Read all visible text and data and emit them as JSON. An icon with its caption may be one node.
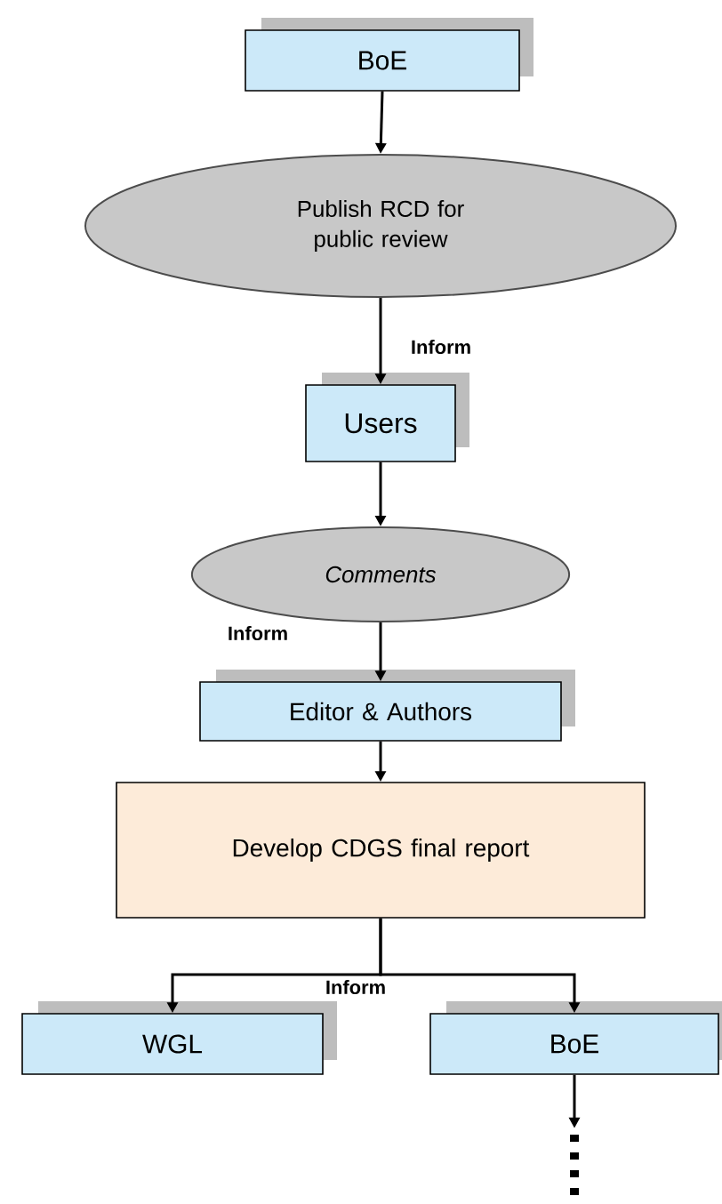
{
  "diagram": {
    "nodes": [
      {
        "text": [
          "BoE"
        ]
      },
      {
        "text": [
          "Publish RCD for public review"
        ]
      },
      {
        "text": [
          "Users"
        ]
      },
      {
        "text": [
          "Comments"
        ]
      },
      {
        "text": [
          "Editor & Authors"
        ]
      },
      {
        "text": [
          "Develop CDGS final report"
        ]
      },
      {
        "text": [
          "WGL"
        ]
      },
      {
        "text": [
          "BoE"
        ]
      }
    ],
    "edges": [
      {
        "from": 0,
        "to": 1,
        "arrow": "to"
      },
      {
        "from": 1,
        "to": 2,
        "arrow": "to",
        "label": "Inform"
      },
      {
        "from": 2,
        "to": 3,
        "arrow": "to"
      },
      {
        "from": 3,
        "to": 4,
        "arrow": "to",
        "label": "Inform"
      },
      {
        "from": 4,
        "to": 5,
        "arrow": "to"
      },
      {
        "from": 5,
        "to": 6,
        "arrow": "to",
        "label": "Inform"
      },
      {
        "from": 5,
        "to": 7,
        "arrow": "to"
      },
      {
        "from": 7,
        "to": null,
        "arrow": "to"
      }
    ]
  }
}
